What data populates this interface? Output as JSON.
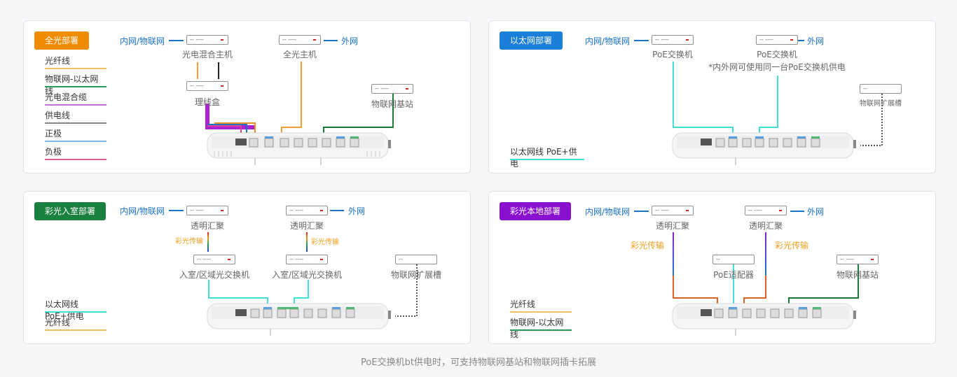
{
  "footer": "PoE交换机bt供电时，可支持物联网基站和物联网插卡拓展",
  "panels": {
    "p1": {
      "badge": "全光部署",
      "badge_color": "#f08c00",
      "legend": [
        {
          "label": "光纤线",
          "color": "#f0c060"
        },
        {
          "label": "物联网-以太网线",
          "color": "#2a9a5a"
        },
        {
          "label": "光电混合缆",
          "color": "#c070e0"
        },
        {
          "label": "供电线",
          "color": "#888888"
        },
        {
          "label": "正极",
          "color": "#7ab8ea"
        },
        {
          "label": "负极",
          "color": "#e05a9a"
        }
      ],
      "net_inner": "内网/物联网",
      "net_outer": "外网",
      "dev_host": "光电混合主机",
      "dev_allopt": "全光主机",
      "dev_box": "理线盒",
      "dev_iot": "物联网基站",
      "dev_text": "-- ----"
    },
    "p2": {
      "badge": "以太网部署",
      "badge_color": "#1a7fd8",
      "legend": [
        {
          "label": "以太网线 PoE+供电",
          "color": "#3ee0d8"
        }
      ],
      "net_inner": "内网/物联网",
      "net_outer": "外网",
      "dev_poe1": "PoE交换机",
      "dev_poe2": "PoE交换机",
      "note": "*内外网可使用同一台PoE交换机供电",
      "dev_ext": "物联网扩展槽",
      "dev_text": "-- ----",
      "dev_text_short": "--"
    },
    "p3": {
      "badge": "彩光入室部署",
      "badge_color": "#1a8040",
      "legend": [
        {
          "label": "以太网线 PoE+供电",
          "color": "#3ee0d8"
        },
        {
          "label": "光纤线",
          "color": "#f0c060"
        }
      ],
      "net_inner": "内网/物联网",
      "net_outer": "外网",
      "dev_agg1": "透明汇聚",
      "dev_agg2": "透明汇聚",
      "color_tx1": "彩光传输",
      "color_tx2": "彩光传输",
      "dev_sw1": "入室/区域光交换机",
      "dev_sw2": "入室/区域光交换机",
      "dev_ext": "物联网扩展槽",
      "dev_text": "-- ----",
      "dev_text_short": "--"
    },
    "p4": {
      "badge": "彩光本地部署",
      "badge_color": "#8a10d0",
      "legend": [
        {
          "label": "光纤线",
          "color": "#f0c060"
        },
        {
          "label": "物联网-以太网线",
          "color": "#2a9a5a"
        }
      ],
      "net_inner": "内网/物联网",
      "net_outer": "外网",
      "dev_agg1": "透明汇聚",
      "dev_agg2": "透明汇聚",
      "color_tx1": "彩光传输",
      "color_tx2": "彩光传输",
      "dev_adapter": "PoE适配器",
      "dev_iot": "物联网基站",
      "dev_text": "-- ----",
      "dev_text_short": "--"
    }
  }
}
